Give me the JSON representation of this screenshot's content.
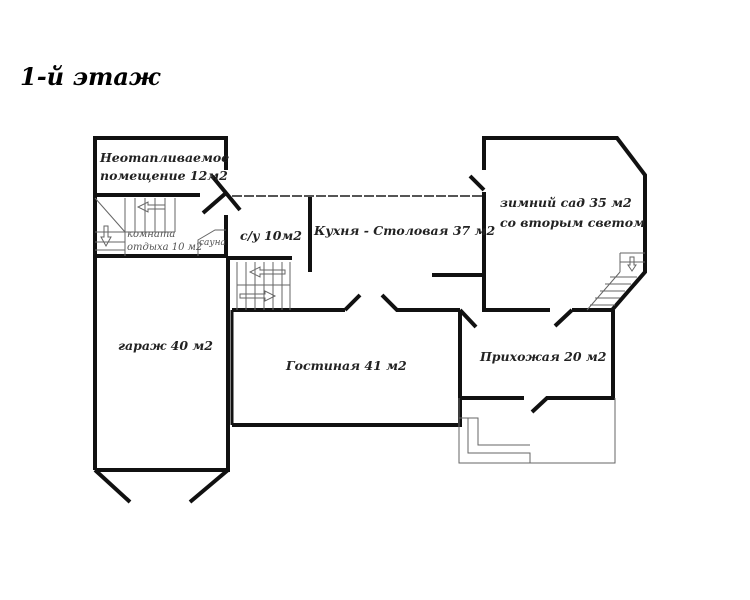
{
  "title": "1-й этаж",
  "rooms": {
    "unheated_line1": "Неотапливаемое",
    "unheated_line2": "помещение 12м2",
    "rest_line1": "комната",
    "rest_line2": "отдыха 10 м2",
    "sauna": "сауна",
    "bathroom": "с/у 10м2",
    "kitchen": "Кухня - Столовая 37 м2",
    "garden_line1": "зимний сад 35 м2",
    "garden_line2": "со вторым светом",
    "garage": "гараж 40 м2",
    "living": "Гостиная 41 м2",
    "hall": "Прихожая 20 м2"
  }
}
